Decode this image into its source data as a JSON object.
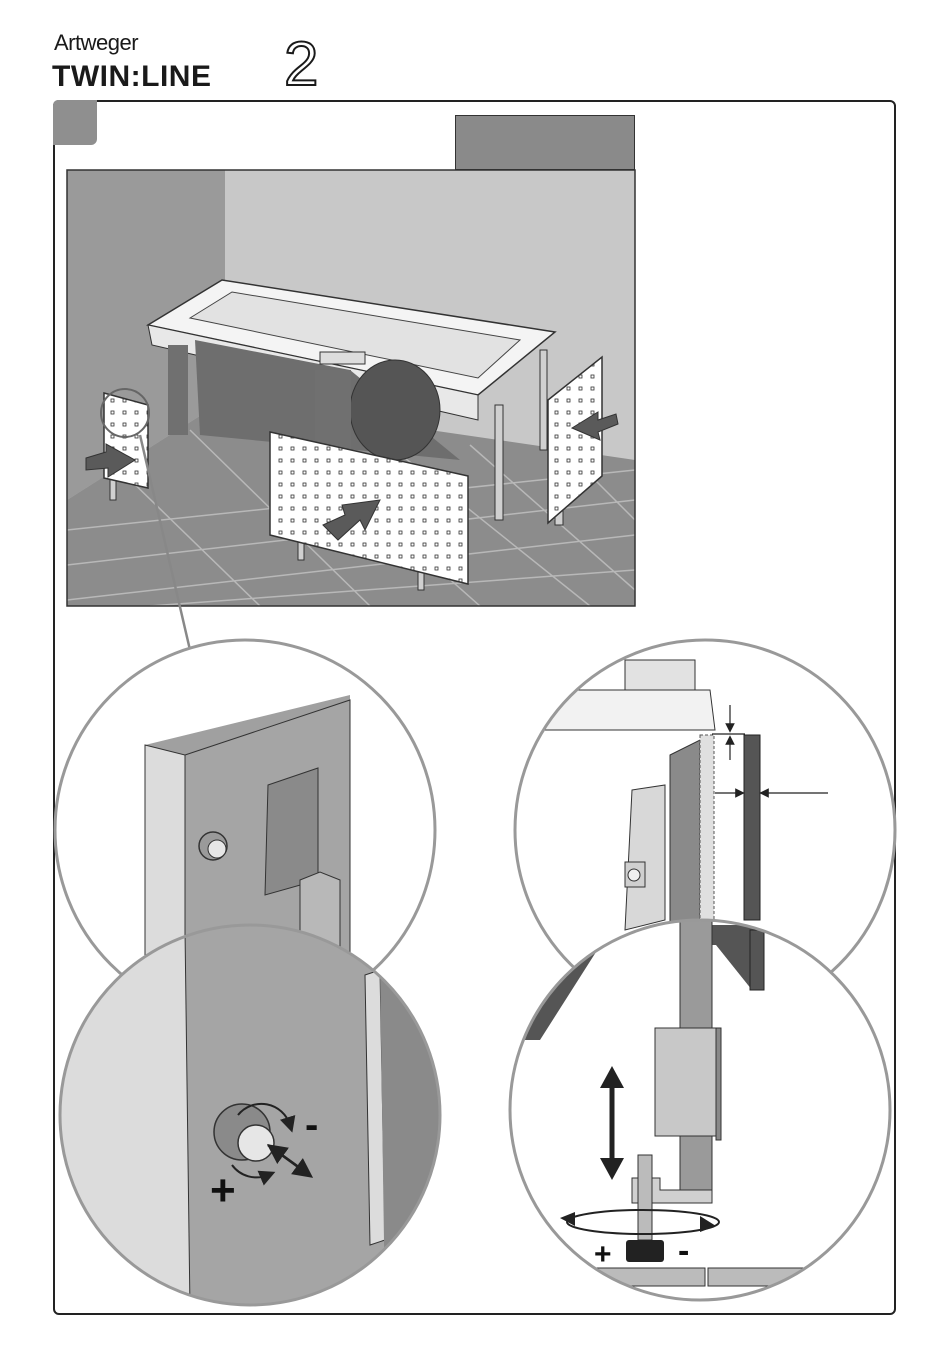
{
  "brand": {
    "name": "Artweger",
    "product": "TWIN:LINE",
    "version": "2"
  },
  "symbols": {
    "plus": "+",
    "minus": "-"
  },
  "colors": {
    "floor": "#8c8c8c",
    "wall_back": "#c8c8c8",
    "wall_left": "#9a9a9a",
    "arrow": "#5a5a5a",
    "panel": "#e6e6e6"
  }
}
